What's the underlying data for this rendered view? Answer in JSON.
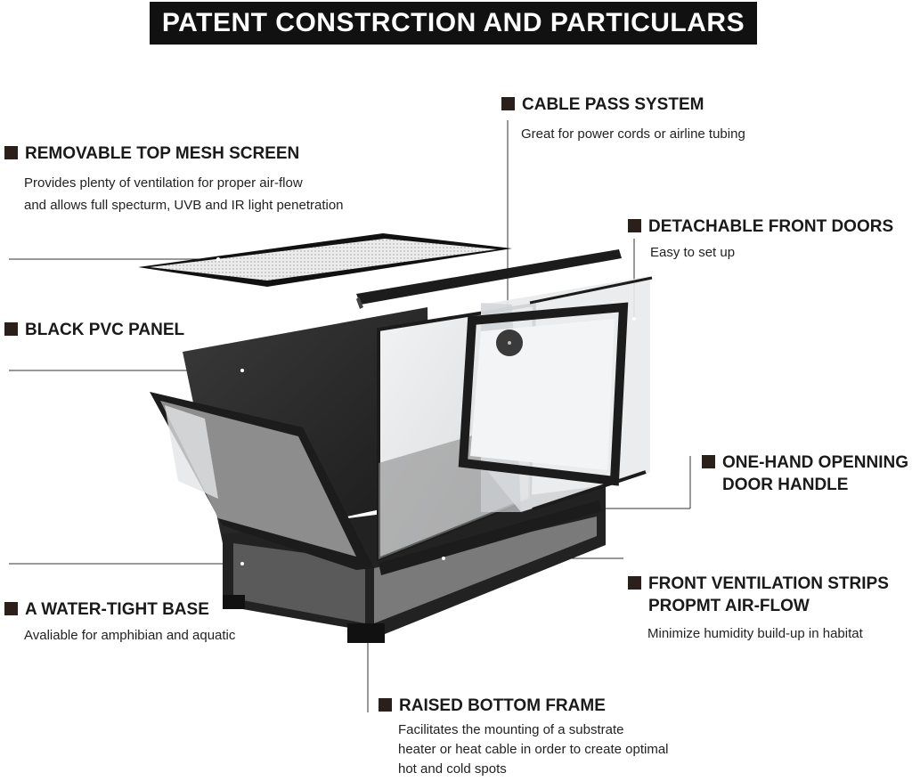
{
  "banner": {
    "title": "PATENT CONSTRCTION AND PARTICULARS"
  },
  "features": {
    "top_mesh": {
      "title": "REMOVABLE TOP MESH SCREEN",
      "desc": [
        "Provides plenty of ventilation for proper air-flow",
        "and allows full specturm, UVB and IR light penetration"
      ]
    },
    "cable_pass": {
      "title": "CABLE PASS SYSTEM",
      "desc": [
        "Great for power cords or airline tubing"
      ]
    },
    "front_doors": {
      "title": "DETACHABLE FRONT DOORS",
      "desc": [
        "Easy to set up"
      ]
    },
    "pvc_panel": {
      "title": "BLACK PVC PANEL",
      "desc": []
    },
    "door_handle": {
      "title": [
        "ONE-HAND OPENNING",
        "DOOR HANDLE"
      ],
      "desc": []
    },
    "water_base": {
      "title": "A WATER-TIGHT BASE",
      "desc": [
        "Avaliable for amphibian and aquatic"
      ]
    },
    "ventilation": {
      "title": [
        "FRONT VENTILATION STRIPS",
        "PROPMT AIR-FLOW"
      ],
      "desc": [
        "Minimize humidity build-up in habitat"
      ]
    },
    "bottom_frame": {
      "title": "RAISED BOTTOM FRAME",
      "desc": [
        "Facilitates the mounting of a substrate",
        "heater or heat cable in order to create optimal",
        "hot and cold spots"
      ]
    }
  },
  "colors": {
    "banner_bg": "#111111",
    "frame": "#1c1c1c",
    "panel_dark": "#2a2a2a",
    "glass": "#d9dcde",
    "marker": "#2a1f1a"
  }
}
